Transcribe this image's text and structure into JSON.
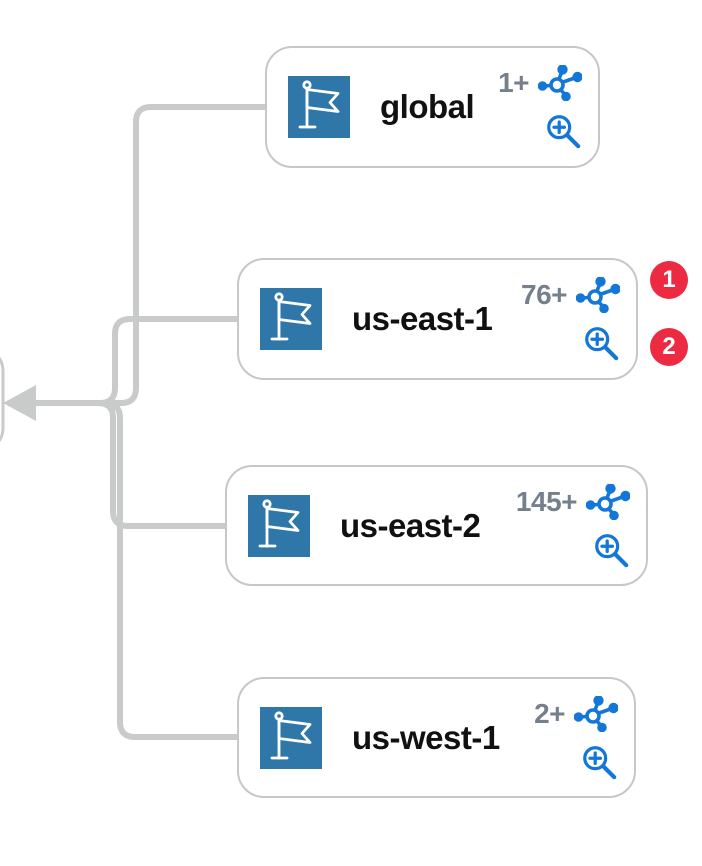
{
  "diagram": {
    "nodes": [
      {
        "id": "global",
        "label": "global",
        "count": "1+"
      },
      {
        "id": "us-east-1",
        "label": "us-east-1",
        "count": "76+"
      },
      {
        "id": "us-east-2",
        "label": "us-east-2",
        "count": "145+"
      },
      {
        "id": "us-west-1",
        "label": "us-west-1",
        "count": "2+"
      }
    ],
    "badges": [
      {
        "value": "1"
      },
      {
        "value": "2"
      }
    ],
    "icons": {
      "node_icon": "region-flag-icon",
      "count_icon": "related-resources-icon",
      "expand_icon": "zoom-in-plus-icon",
      "edge_icon": "left-arrowhead-icon"
    },
    "colors": {
      "node_border": "#c6c7c8",
      "connector_gray": "#c9caca",
      "flag_bg_blue": "#2f77a9",
      "action_blue": "#1477d8",
      "count_gray": "#75808c",
      "label_black": "#111111",
      "badge_red": "#ec2b43"
    }
  }
}
